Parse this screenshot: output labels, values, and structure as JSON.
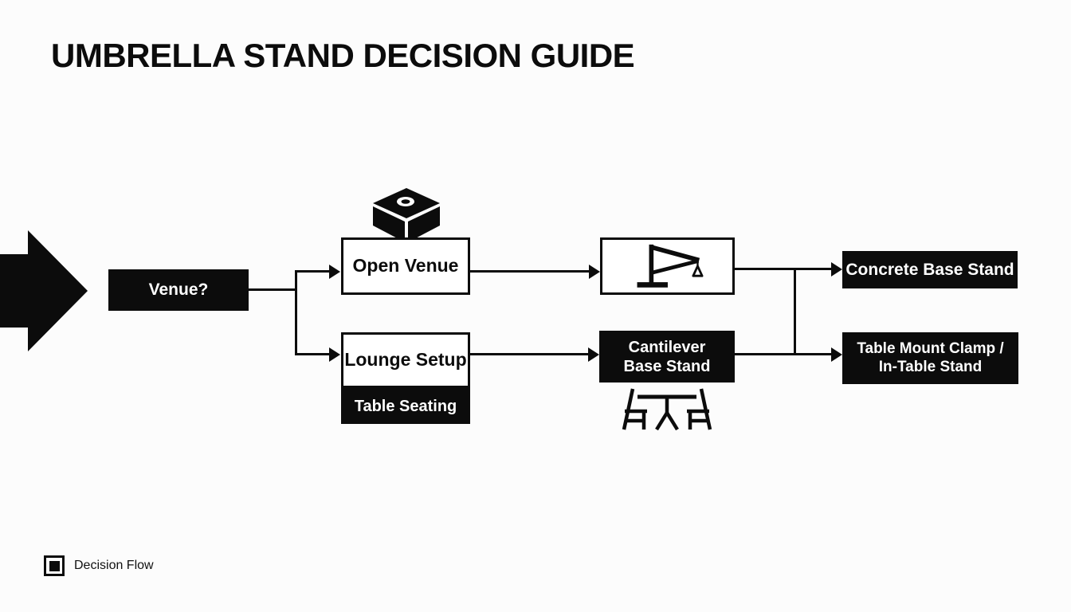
{
  "title": "UMBRELLA STAND DECISION GUIDE",
  "colors": {
    "ink": "#0c0c0c",
    "background": "#fcfcfc",
    "node_text_on_black": "#ffffff"
  },
  "nodes": {
    "venue": {
      "label": "Venue?"
    },
    "open_venue": {
      "label": "Open Venue"
    },
    "lounge_setup": {
      "label": "Lounge Setup"
    },
    "table_seating": {
      "label": "Table Seating"
    },
    "cantilever_base_stand": {
      "line1": "Cantilever",
      "line2": "Base Stand"
    },
    "concrete_base_stand": {
      "label": "Concrete Base Stand"
    },
    "table_mount_clamp": {
      "line1": "Table Mount Clamp /",
      "line2": "In-Table Stand"
    }
  },
  "icons": {
    "flow_start": "big-right-arrow",
    "concrete_base_block": "isometric-cube-with-hole",
    "cantilever_umbrella": "cantilever-pole-with-hanging-weight",
    "table_with_chairs": "pedestal-table-flanked-by-two-chairs",
    "legend_swatch": "black-square-in-outlined-square"
  },
  "edges": [
    {
      "from": "Venue?",
      "to": "Open Venue"
    },
    {
      "from": "Venue?",
      "to": "Lounge Setup"
    },
    {
      "from": "Open Venue",
      "to": "Cantilever umbrella icon box"
    },
    {
      "from": "Lounge Setup",
      "to": "Cantilever Base Stand"
    },
    {
      "from": "Cantilever umbrella icon box",
      "to": "Concrete Base Stand"
    },
    {
      "from": "Cantilever Base Stand",
      "to": "Table Mount Clamp / In-Table Stand"
    }
  ],
  "legend": {
    "label": "Decision Flow"
  }
}
